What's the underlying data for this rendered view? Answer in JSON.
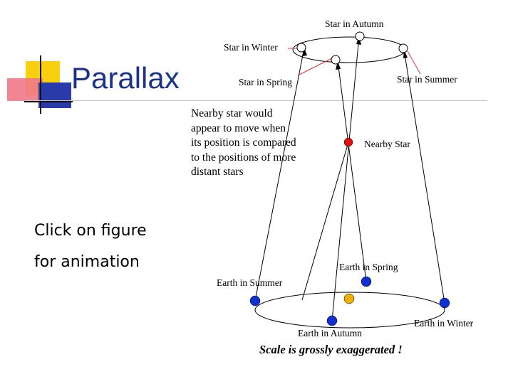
{
  "title": "Parallax",
  "side_text": {
    "line1": "Click on figure",
    "line2": "for animation"
  },
  "diagram": {
    "labels": {
      "star_autumn": "Star in Autumn",
      "star_winter": "Star in Winter",
      "star_spring": "Star in Spring",
      "star_summer": "Star in Summer",
      "nearby_star": "Nearby Star",
      "earth_spring": "Earth in Spring",
      "earth_summer": "Earth in Summer",
      "earth_autumn": "Earth in Autumn",
      "earth_winter": "Earth in Winter"
    },
    "description": [
      "Nearby star would",
      "appear to move when",
      "its position is compared",
      "to the positions of more",
      "distant stars"
    ],
    "scale_note": "Scale is grossly exaggerated !"
  },
  "colors": {
    "title": "#1a3388",
    "nearby_star": "#e01010",
    "earth": "#1030d0",
    "sun": "#f0b000",
    "pointer": "#e03030"
  }
}
